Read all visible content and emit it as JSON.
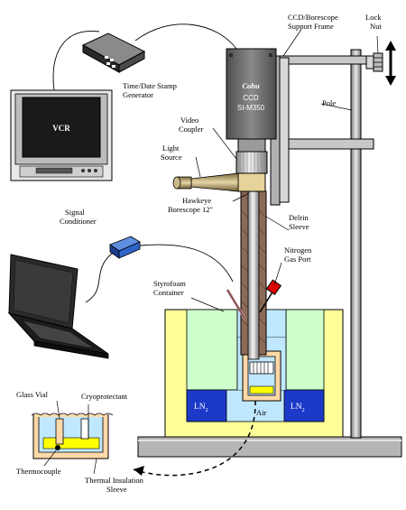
{
  "labels": {
    "ccd_frame_line1": "CCD/Borescope",
    "ccd_frame_line2": "Support Frame",
    "lock_line1": "Lock",
    "lock_line2": "Nut",
    "time_stamp_line1": "Time/Date Stamp",
    "time_stamp_line2": "Generator",
    "pole": "Pole",
    "video_coupler_line1": "Video",
    "video_coupler_line2": "Coupler",
    "light_source_line1": "Light",
    "light_source_line2": "Source",
    "hawkeye_line1": "Hawkeye",
    "hawkeye_line2": "Borescope 12\"",
    "delrin_line1": "Delrin",
    "delrin_line2": "Sleeve",
    "signal_line1": "Signal",
    "signal_line2": "Conditioner",
    "nitrogen_line1": "Nitrogen",
    "nitrogen_line2": "Gas Port",
    "styrofoam_line1": "Styrofoam",
    "styrofoam_line2": "Container",
    "glass_vial": "Glass Vial",
    "cryoprotectant": "Cryoprotectant",
    "thermocouple": "Thermocouple",
    "insulation_line1": "Thermal Insulation",
    "insulation_line2": "Sleeve",
    "ln2_left": "LN",
    "ln2_right": "LN",
    "ln2_sub": "2",
    "air": "Air"
  },
  "camera": {
    "brand": "Cohu",
    "type": "CCD",
    "model": "SI-M350"
  },
  "vcr": {
    "screen_text": "VCR"
  },
  "colors": {
    "styrofoam": "#ffff99",
    "green_region": "#ccffcc",
    "ln2": "#1c39c8",
    "air": "#bfe8ff",
    "insulation": "#ffd9a8",
    "cryoprotectant": "#ffff00",
    "camera": "#6e6e6e",
    "nitrogen_port": "#e00000",
    "signal_conditioner": "#2f63c8",
    "frame": "#a8a8a8"
  }
}
